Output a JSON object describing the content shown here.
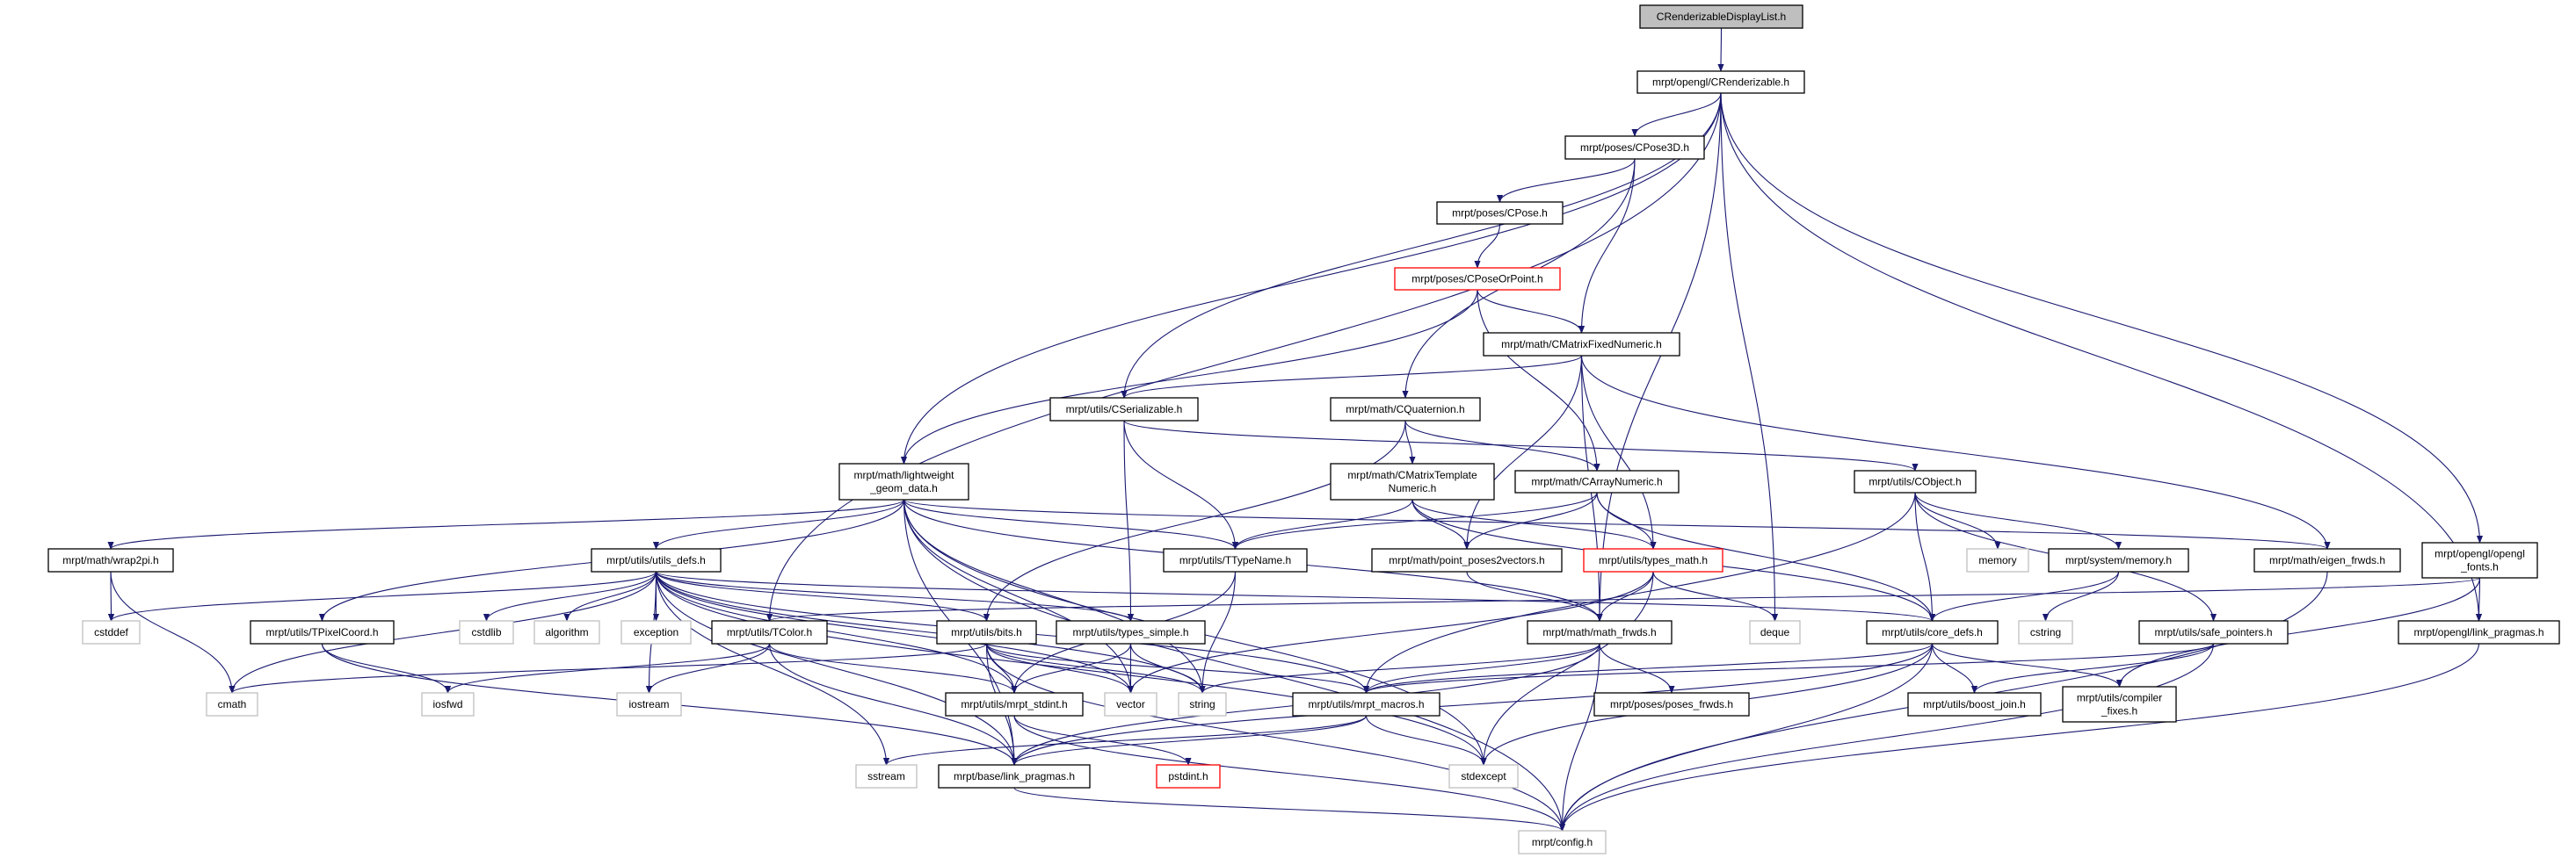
{
  "colors": {
    "edge": "#191970",
    "root_fill": "#bfbfbf",
    "node_border": "#000000",
    "system_border": "#bfbfbf",
    "truncated_border": "#ff0000"
  },
  "nodes": [
    {
      "id": "root",
      "lines": [
        "CRenderizableDisplayList.h"
      ],
      "kind": "root"
    },
    {
      "id": "crenderizable",
      "lines": [
        "mrpt/opengl/CRenderizable.h"
      ],
      "kind": "normal"
    },
    {
      "id": "cpose3d",
      "lines": [
        "mrpt/poses/CPose3D.h"
      ],
      "kind": "normal"
    },
    {
      "id": "cpose",
      "lines": [
        "mrpt/poses/CPose.h"
      ],
      "kind": "normal"
    },
    {
      "id": "cposeorpoint",
      "lines": [
        "mrpt/poses/CPoseOrPoint.h"
      ],
      "kind": "truncated"
    },
    {
      "id": "cmatrixfixed",
      "lines": [
        "mrpt/math/CMatrixFixedNumeric.h"
      ],
      "kind": "normal"
    },
    {
      "id": "cserializable",
      "lines": [
        "mrpt/utils/CSerializable.h"
      ],
      "kind": "normal"
    },
    {
      "id": "cquaternion",
      "lines": [
        "mrpt/math/CQuaternion.h"
      ],
      "kind": "normal"
    },
    {
      "id": "lightweight",
      "lines": [
        "mrpt/math/lightweight",
        "_geom_data.h"
      ],
      "kind": "normal"
    },
    {
      "id": "cmatrixtemplate",
      "lines": [
        "mrpt/math/CMatrixTemplate",
        "Numeric.h"
      ],
      "kind": "normal"
    },
    {
      "id": "carraynumeric",
      "lines": [
        "mrpt/math/CArrayNumeric.h"
      ],
      "kind": "normal"
    },
    {
      "id": "cobject",
      "lines": [
        "mrpt/utils/CObject.h"
      ],
      "kind": "normal"
    },
    {
      "id": "wrap2pi",
      "lines": [
        "mrpt/math/wrap2pi.h"
      ],
      "kind": "normal"
    },
    {
      "id": "utilsdefs",
      "lines": [
        "mrpt/utils/utils_defs.h"
      ],
      "kind": "normal"
    },
    {
      "id": "ttypename",
      "lines": [
        "mrpt/utils/TTypeName.h"
      ],
      "kind": "normal"
    },
    {
      "id": "pointposes",
      "lines": [
        "mrpt/math/point_poses2vectors.h"
      ],
      "kind": "normal"
    },
    {
      "id": "typesmath",
      "lines": [
        "mrpt/utils/types_math.h"
      ],
      "kind": "truncated"
    },
    {
      "id": "memory",
      "lines": [
        "memory"
      ],
      "kind": "system"
    },
    {
      "id": "sysmemory",
      "lines": [
        "mrpt/system/memory.h"
      ],
      "kind": "normal"
    },
    {
      "id": "eigenfrwds",
      "lines": [
        "mrpt/math/eigen_frwds.h"
      ],
      "kind": "normal"
    },
    {
      "id": "openglfonts",
      "lines": [
        "mrpt/opengl/opengl",
        "_fonts.h"
      ],
      "kind": "normal"
    },
    {
      "id": "cstddef",
      "lines": [
        "cstddef"
      ],
      "kind": "system"
    },
    {
      "id": "tpixelcoord",
      "lines": [
        "mrpt/utils/TPixelCoord.h"
      ],
      "kind": "normal"
    },
    {
      "id": "cstdlib",
      "lines": [
        "cstdlib"
      ],
      "kind": "system"
    },
    {
      "id": "algorithm",
      "lines": [
        "algorithm"
      ],
      "kind": "system"
    },
    {
      "id": "exception",
      "lines": [
        "exception"
      ],
      "kind": "system"
    },
    {
      "id": "tcolor",
      "lines": [
        "mrpt/utils/TColor.h"
      ],
      "kind": "normal"
    },
    {
      "id": "bits",
      "lines": [
        "mrpt/utils/bits.h"
      ],
      "kind": "normal"
    },
    {
      "id": "typessimple",
      "lines": [
        "mrpt/utils/types_simple.h"
      ],
      "kind": "normal"
    },
    {
      "id": "mathfrwds",
      "lines": [
        "mrpt/math/math_frwds.h"
      ],
      "kind": "normal"
    },
    {
      "id": "deque",
      "lines": [
        "deque"
      ],
      "kind": "system"
    },
    {
      "id": "coredefs",
      "lines": [
        "mrpt/utils/core_defs.h"
      ],
      "kind": "normal"
    },
    {
      "id": "cstring",
      "lines": [
        "cstring"
      ],
      "kind": "system"
    },
    {
      "id": "safepointers",
      "lines": [
        "mrpt/utils/safe_pointers.h"
      ],
      "kind": "normal"
    },
    {
      "id": "opengllinkpragmas",
      "lines": [
        "mrpt/opengl/link_pragmas.h"
      ],
      "kind": "normal"
    },
    {
      "id": "cmath",
      "lines": [
        "cmath"
      ],
      "kind": "system"
    },
    {
      "id": "iosfwd",
      "lines": [
        "iosfwd"
      ],
      "kind": "system"
    },
    {
      "id": "iostream",
      "lines": [
        "iostream"
      ],
      "kind": "system"
    },
    {
      "id": "mrptstdint",
      "lines": [
        "mrpt/utils/mrpt_stdint.h"
      ],
      "kind": "normal"
    },
    {
      "id": "vector",
      "lines": [
        "vector"
      ],
      "kind": "system"
    },
    {
      "id": "string",
      "lines": [
        "string"
      ],
      "kind": "system"
    },
    {
      "id": "mrptmacros",
      "lines": [
        "mrpt/utils/mrpt_macros.h"
      ],
      "kind": "normal"
    },
    {
      "id": "posesfrwds",
      "lines": [
        "mrpt/poses/poses_frwds.h"
      ],
      "kind": "normal"
    },
    {
      "id": "boostjoin",
      "lines": [
        "mrpt/utils/boost_join.h"
      ],
      "kind": "normal"
    },
    {
      "id": "compilerfixes",
      "lines": [
        "mrpt/utils/compiler",
        "_fixes.h"
      ],
      "kind": "normal"
    },
    {
      "id": "sstream",
      "lines": [
        "sstream"
      ],
      "kind": "system"
    },
    {
      "id": "baselinkpragmas",
      "lines": [
        "mrpt/base/link_pragmas.h"
      ],
      "kind": "normal"
    },
    {
      "id": "pstdint",
      "lines": [
        "pstdint.h"
      ],
      "kind": "truncated"
    },
    {
      "id": "stdexcept",
      "lines": [
        "stdexcept"
      ],
      "kind": "system"
    },
    {
      "id": "config",
      "lines": [
        "mrpt/config.h"
      ],
      "kind": "system"
    }
  ],
  "edges": [
    [
      "root",
      "crenderizable"
    ],
    [
      "crenderizable",
      "cpose3d"
    ],
    [
      "crenderizable",
      "lightweight"
    ],
    [
      "crenderizable",
      "cserializable"
    ],
    [
      "crenderizable",
      "tcolor"
    ],
    [
      "crenderizable",
      "mathfrwds"
    ],
    [
      "crenderizable",
      "deque"
    ],
    [
      "crenderizable",
      "openglfonts"
    ],
    [
      "crenderizable",
      "opengllinkpragmas"
    ],
    [
      "cpose3d",
      "cpose"
    ],
    [
      "cpose3d",
      "cmatrixfixed"
    ],
    [
      "cpose3d",
      "cquaternion"
    ],
    [
      "cpose",
      "cposeorpoint"
    ],
    [
      "cposeorpoint",
      "cmatrixfixed"
    ],
    [
      "cposeorpoint",
      "lightweight"
    ],
    [
      "cposeorpoint",
      "carraynumeric"
    ],
    [
      "cmatrixfixed",
      "cserializable"
    ],
    [
      "cmatrixfixed",
      "mathfrwds"
    ],
    [
      "cmatrixfixed",
      "pointposes"
    ],
    [
      "cmatrixfixed",
      "typesmath"
    ],
    [
      "cmatrixfixed",
      "eigenfrwds"
    ],
    [
      "cserializable",
      "cobject"
    ],
    [
      "cserializable",
      "ttypename"
    ],
    [
      "cserializable",
      "typessimple"
    ],
    [
      "cquaternion",
      "cmatrixtemplate"
    ],
    [
      "cquaternion",
      "carraynumeric"
    ],
    [
      "cquaternion",
      "bits"
    ],
    [
      "lightweight",
      "wrap2pi"
    ],
    [
      "lightweight",
      "utilsdefs"
    ],
    [
      "lightweight",
      "tpixelcoord"
    ],
    [
      "lightweight",
      "ttypename"
    ],
    [
      "lightweight",
      "eigenfrwds"
    ],
    [
      "lightweight",
      "baselinkpragmas"
    ],
    [
      "lightweight",
      "config"
    ],
    [
      "lightweight",
      "stdexcept"
    ],
    [
      "lightweight",
      "vector"
    ],
    [
      "lightweight",
      "string"
    ],
    [
      "lightweight",
      "mathfrwds"
    ],
    [
      "cmatrixtemplate",
      "ttypename"
    ],
    [
      "cmatrixtemplate",
      "pointposes"
    ],
    [
      "cmatrixtemplate",
      "typesmath"
    ],
    [
      "cmatrixtemplate",
      "coredefs"
    ],
    [
      "carraynumeric",
      "ttypename"
    ],
    [
      "carraynumeric",
      "pointposes"
    ],
    [
      "carraynumeric",
      "typesmath"
    ],
    [
      "carraynumeric",
      "coredefs"
    ],
    [
      "ttypename",
      "string"
    ],
    [
      "ttypename",
      "mrptstdint"
    ],
    [
      "pointposes",
      "mathfrwds"
    ],
    [
      "typesmath",
      "mathfrwds"
    ],
    [
      "typesmath",
      "vector"
    ],
    [
      "typesmath",
      "deque"
    ],
    [
      "typesmath",
      "stdexcept"
    ],
    [
      "cobject",
      "memory"
    ],
    [
      "cobject",
      "sysmemory"
    ],
    [
      "cobject",
      "safepointers"
    ],
    [
      "cobject",
      "coredefs"
    ],
    [
      "cobject",
      "mrptmacros"
    ],
    [
      "sysmemory",
      "coredefs"
    ],
    [
      "sysmemory",
      "cstring"
    ],
    [
      "eigenfrwds",
      "config"
    ],
    [
      "openglfonts",
      "opengllinkpragmas"
    ],
    [
      "openglfonts",
      "compilerfixes"
    ],
    [
      "openglfonts",
      "tcolor"
    ],
    [
      "wrap2pi",
      "cstddef"
    ],
    [
      "wrap2pi",
      "cmath"
    ],
    [
      "utilsdefs",
      "cstddef"
    ],
    [
      "utilsdefs",
      "cmath"
    ],
    [
      "utilsdefs",
      "sstream"
    ],
    [
      "utilsdefs",
      "cstdlib"
    ],
    [
      "utilsdefs",
      "algorithm"
    ],
    [
      "utilsdefs",
      "exception"
    ],
    [
      "utilsdefs",
      "iostream"
    ],
    [
      "utilsdefs",
      "bits"
    ],
    [
      "utilsdefs",
      "typessimple"
    ],
    [
      "utilsdefs",
      "mrptstdint"
    ],
    [
      "utilsdefs",
      "vector"
    ],
    [
      "utilsdefs",
      "string"
    ],
    [
      "utilsdefs",
      "coredefs"
    ],
    [
      "utilsdefs",
      "mrptmacros"
    ],
    [
      "utilsdefs",
      "stdexcept"
    ],
    [
      "utilsdefs",
      "baselinkpragmas"
    ],
    [
      "tpixelcoord",
      "iosfwd"
    ],
    [
      "tpixelcoord",
      "baselinkpragmas"
    ],
    [
      "tcolor",
      "iosfwd"
    ],
    [
      "tcolor",
      "iostream"
    ],
    [
      "tcolor",
      "mrptstdint"
    ],
    [
      "tcolor",
      "baselinkpragmas"
    ],
    [
      "bits",
      "mrptstdint"
    ],
    [
      "bits",
      "vector"
    ],
    [
      "bits",
      "string"
    ],
    [
      "bits",
      "baselinkpragmas"
    ],
    [
      "bits",
      "cmath"
    ],
    [
      "bits",
      "mrptmacros"
    ],
    [
      "bits",
      "config"
    ],
    [
      "typessimple",
      "mrptstdint"
    ],
    [
      "typessimple",
      "vector"
    ],
    [
      "typessimple",
      "string"
    ],
    [
      "mathfrwds",
      "posesfrwds"
    ],
    [
      "mathfrwds",
      "config"
    ],
    [
      "mathfrwds",
      "string"
    ],
    [
      "mathfrwds",
      "mrptmacros"
    ],
    [
      "mathfrwds",
      "baselinkpragmas"
    ],
    [
      "coredefs",
      "boostjoin"
    ],
    [
      "coredefs",
      "compilerfixes"
    ],
    [
      "coredefs",
      "config"
    ],
    [
      "coredefs",
      "stdexcept"
    ],
    [
      "coredefs",
      "baselinkpragmas"
    ],
    [
      "coredefs",
      "mrptmacros"
    ],
    [
      "safepointers",
      "boostjoin"
    ],
    [
      "safepointers",
      "config"
    ],
    [
      "safepointers",
      "mrptmacros"
    ],
    [
      "opengllinkpragmas",
      "config"
    ],
    [
      "mrptstdint",
      "pstdint"
    ],
    [
      "mrptstdint",
      "config"
    ],
    [
      "mrptmacros",
      "stdexcept"
    ],
    [
      "mrptmacros",
      "baselinkpragmas"
    ],
    [
      "mrptmacros",
      "sstream"
    ],
    [
      "baselinkpragmas",
      "config"
    ]
  ]
}
